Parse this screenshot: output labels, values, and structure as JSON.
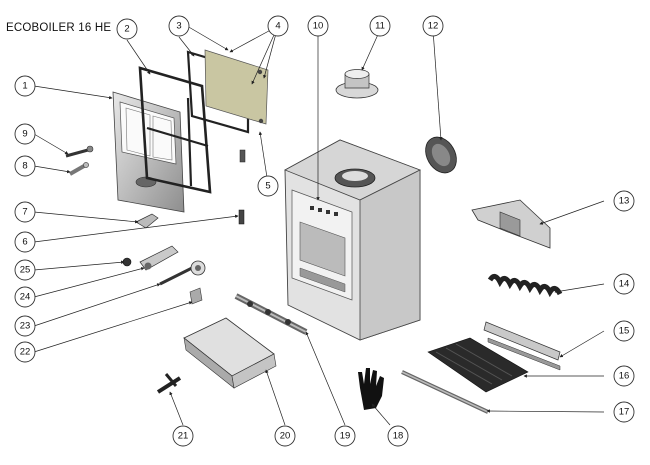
{
  "title": "ECOBOILER 16 HE",
  "callouts": [
    "1",
    "2",
    "3",
    "4",
    "5",
    "6",
    "7",
    "8",
    "9",
    "10",
    "11",
    "12",
    "13",
    "14",
    "15",
    "16",
    "17",
    "18",
    "19",
    "20",
    "21",
    "22",
    "23",
    "24",
    "25"
  ]
}
